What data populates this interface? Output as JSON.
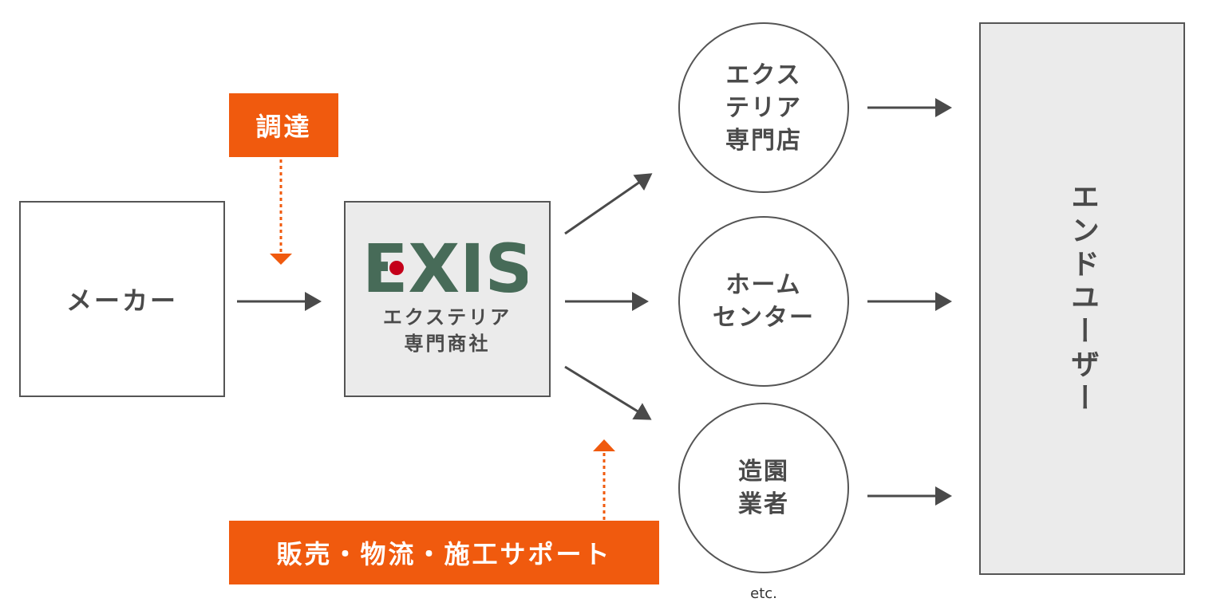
{
  "maker": {
    "label": "メーカー"
  },
  "exis": {
    "logo_text": "EXIS",
    "subtitle_line1": "エクステリア",
    "subtitle_line2": "専門商社"
  },
  "procurement": {
    "label": "調達"
  },
  "support": {
    "label": "販売・物流・施工サポート"
  },
  "channels": [
    {
      "label": "エクス\nテリア\n専門店"
    },
    {
      "label": "ホーム\nセンター"
    },
    {
      "label": "造園\n業者"
    }
  ],
  "etc": "etc.",
  "end_user": {
    "label": "エンドユーザー"
  },
  "colors": {
    "accent": "#f05a0e",
    "logo_green": "#476b58",
    "logo_red": "#c4001a",
    "box_fill": "#ebebeb",
    "line": "#4a4a4a"
  }
}
